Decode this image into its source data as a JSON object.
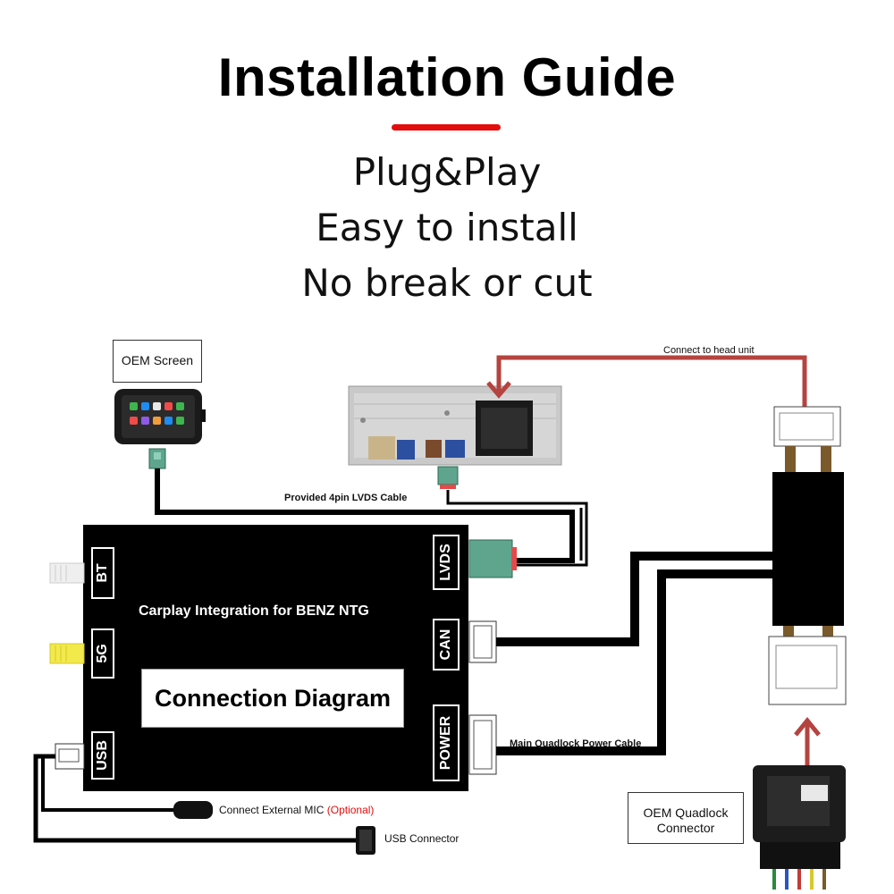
{
  "header": {
    "title": "Installation Guide",
    "features": [
      "Plug&Play",
      "Easy to install",
      "No break or cut"
    ]
  },
  "labels": {
    "oem_screen": "OEM Screen",
    "lvds_cable": "Provided 4pin LVDS Cable",
    "head_unit": "Connect to head unit",
    "module_title": "Carplay Integration for BENZ NTG",
    "connection_diagram": "Connection Diagram",
    "main_quadlock": "Main Quadlock Power Cable",
    "mic": "Connect External MIC",
    "mic_optional": "(Optional)",
    "usb_connector": "USB Connector",
    "oem_quadlock": "OEM Quadlock Connector"
  },
  "ports": {
    "left": [
      "BT",
      "5G",
      "USB"
    ],
    "right": [
      "LVDS",
      "CAN",
      "POWER"
    ]
  },
  "colors": {
    "accent": "#e30d0d",
    "arrow": "#b5433f",
    "cable": "#000000",
    "lvds_connector": "#5fa58e",
    "fiveg_connector": "#f2e94b"
  }
}
